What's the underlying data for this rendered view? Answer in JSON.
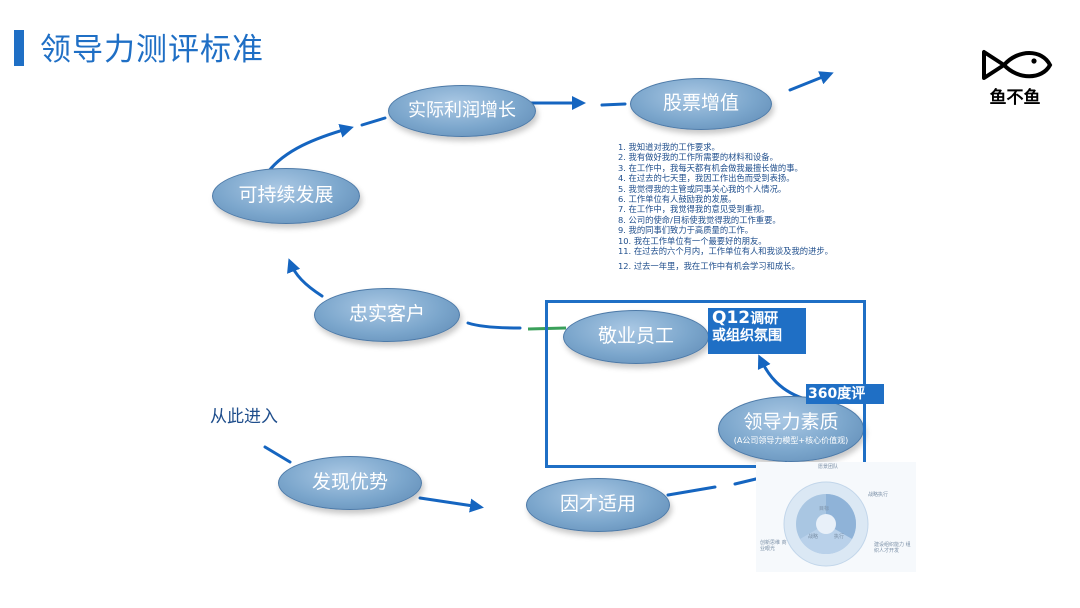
{
  "title": "领导力测评标准",
  "logo": {
    "text": "鱼不鱼",
    "icon": "fish-icon"
  },
  "nodes": {
    "stock_value": "股票增值",
    "actual_profit": "实际利润增长",
    "sustainable": "可持续发展",
    "loyal_customers": "忠实客户",
    "engaged_staff": "敬业员工",
    "leadership": "领导力素质",
    "leadership_sub": "(A公司领导力模型+核心价值观)",
    "discover": "发现优势",
    "fit": "因才适用"
  },
  "entry_label": "从此进入",
  "tags": {
    "q12_big": "Q12",
    "q12_rest": "调研",
    "q12_line2": "或组织氛围",
    "eval360": "360度评"
  },
  "questions": [
    "1. 我知道对我的工作要求。",
    "2. 我有做好我的工作所需要的材料和设备。",
    "3. 在工作中，我每天都有机会做我最擅长做的事。",
    "4.      在过去的七天里，我因工作出色而受到表扬。",
    "5.      我觉得我的主管或同事关心我的个人情况。",
    "6.      工作单位有人鼓励我的发展。",
    "7. 在工作中，我觉得我的意见受到重视。",
    "8. 公司的使命/目标使我觉得我的工作重要。",
    "9. 我的同事们致力于高质量的工作。",
    "10. 我在工作单位有一个最要好的朋友。",
    "11. 在过去的六个月内，工作单位有人和我谈及我的进步。",
    "12. 过去一年里，我在工作中有机会学习和成长。"
  ],
  "thumbnail": {
    "labels": [
      "愿景团队",
      "目标",
      "战略",
      "执行",
      "战略执行",
      "创新思维 商业眼光",
      "建设组织能力 组织人才开发"
    ]
  },
  "colors": {
    "accent": "#1f6fc5",
    "node_fill": "#7ba6cc",
    "arrow": "#1565c0",
    "green_line": "#3aa05a"
  }
}
